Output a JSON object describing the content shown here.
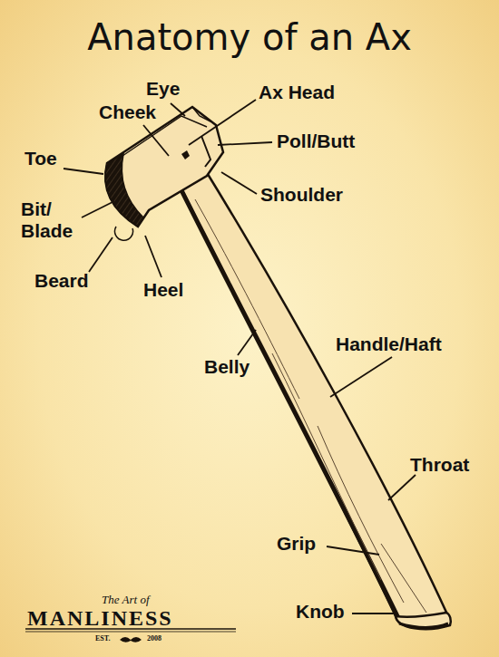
{
  "diagram": {
    "title": "Anatomy of an Ax",
    "labels": [
      "Eye",
      "Ax Head",
      "Cheek",
      "Poll/Butt",
      "Toe",
      "Shoulder",
      "Bit/ Blade",
      "Beard",
      "Heel",
      "Belly",
      "Handle/Haft",
      "Throat",
      "Grip",
      "Knob",
      "The Art of",
      "MANLINESS",
      "EST.",
      "2008"
    ]
  }
}
